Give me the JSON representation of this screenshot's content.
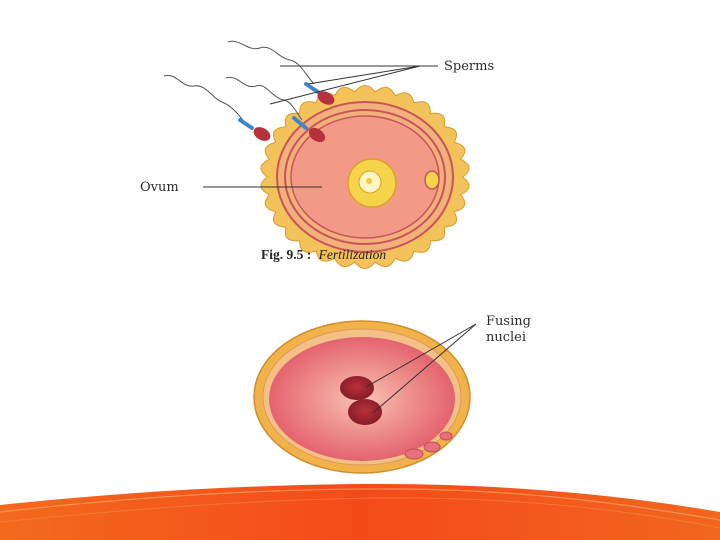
{
  "figure1": {
    "label_sperms": "Sperms",
    "label_ovum": "Ovum",
    "caption_number": "Fig. 9.5 :",
    "caption_title": "Fertilization"
  },
  "figure2": {
    "label_line1": "Fusing",
    "label_line2": "nuclei"
  },
  "colors": {
    "corona": "#f3c25a",
    "zona": "#f0a86e",
    "membrane": "#c8545a",
    "cytoplasm": "#f39a86",
    "nucleus_ring": "#f5d44a",
    "nucleus": "#fff4b0",
    "sperm_head": "#b8303c",
    "sperm_midpiece": "#3d86c8",
    "zygote_outer": "#f1b24a",
    "zygote_inner": "#e8707a",
    "fusing_nuclei": "#9a2430",
    "footer_band": "#f15a1c"
  }
}
